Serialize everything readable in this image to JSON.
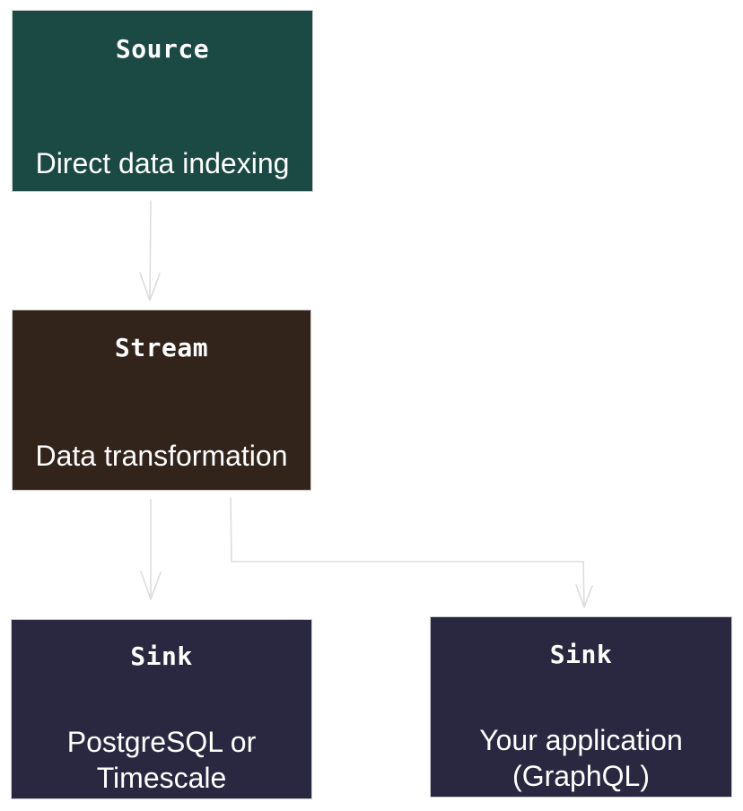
{
  "colors": {
    "source_fill": "#1b4a44",
    "stream_fill": "#32241a",
    "sink_fill": "#2a2840",
    "connector": "#dddddd"
  },
  "nodes": {
    "source": {
      "title": "Source",
      "description": [
        "Direct data indexing"
      ]
    },
    "stream": {
      "title": "Stream",
      "description": [
        "Data transformation"
      ]
    },
    "sink_db": {
      "title": "Sink",
      "description": [
        "PostgreSQL or",
        "Timescale"
      ]
    },
    "sink_app": {
      "title": "Sink",
      "description": [
        "Your application",
        "(GraphQL)"
      ]
    }
  },
  "edges": [
    {
      "from": "Source",
      "to": "Stream"
    },
    {
      "from": "Stream",
      "to": "Sink (PostgreSQL or Timescale)"
    },
    {
      "from": "Stream",
      "to": "Sink (Your application)"
    }
  ]
}
